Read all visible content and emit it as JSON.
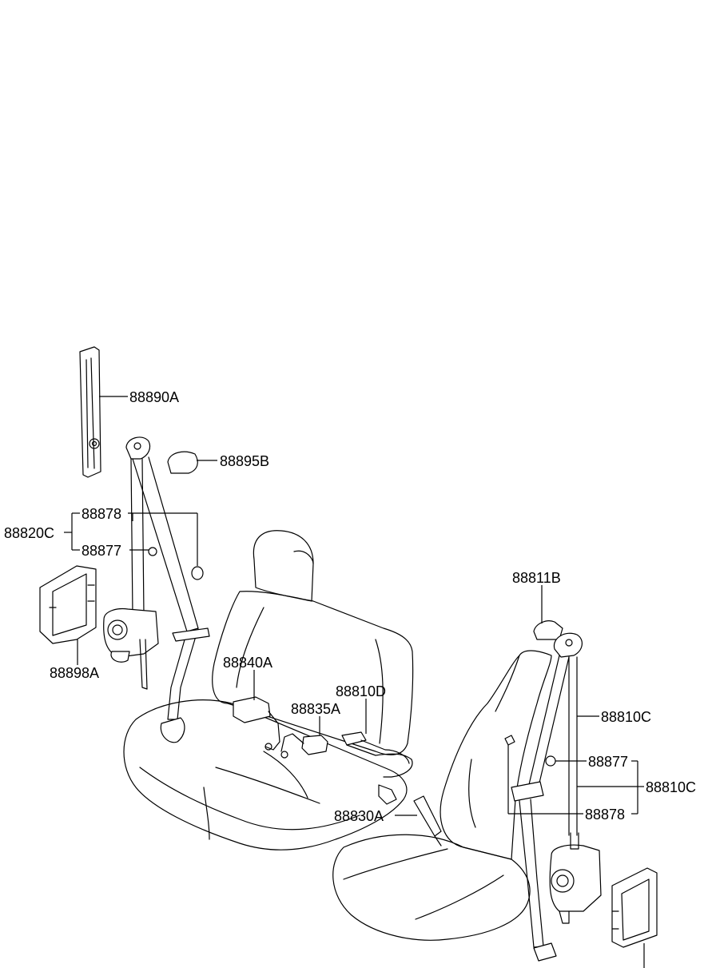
{
  "labels": {
    "p88890A": "88890A",
    "p88895B": "88895B",
    "p88820C": "88820C",
    "p88878_left": "88878",
    "p88877_left": "88877",
    "p88898A": "88898A",
    "p88840A": "88840A",
    "p88835A": "88835A",
    "p88810D": "88810D",
    "p88830A": "88830A",
    "p88811B": "88811B",
    "p88810C_upper": "88810C",
    "p88877_right": "88877",
    "p88810C_lower": "88810C",
    "p88878_right": "88878"
  }
}
